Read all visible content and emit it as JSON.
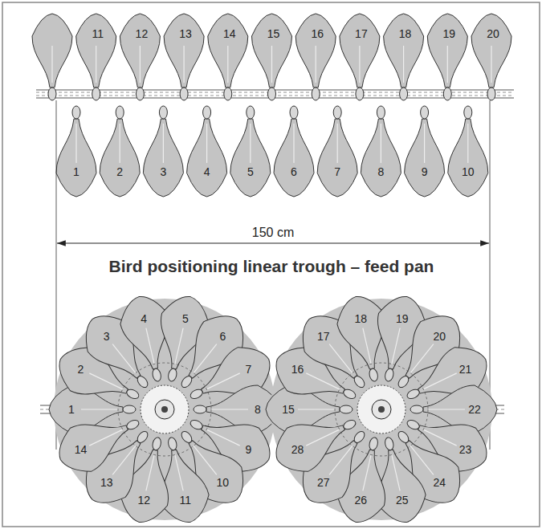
{
  "diagram": {
    "title": "Bird positioning linear trough – feed pan",
    "labels": [
      "11",
      "12",
      "13",
      "14",
      "15",
      "16",
      "17",
      "18",
      "19",
      "20",
      "1",
      "2",
      "3",
      "4",
      "5",
      "6",
      "7",
      "8",
      "9",
      "10",
      "150 cm",
      "1",
      "2",
      "3",
      "4",
      "5",
      "6",
      "7",
      "8",
      "9",
      "10",
      "11",
      "12",
      "13",
      "14",
      "15",
      "16",
      "17",
      "18",
      "19",
      "20",
      "21",
      "22",
      "23",
      "24",
      "25",
      "26",
      "27",
      "28"
    ]
  }
}
